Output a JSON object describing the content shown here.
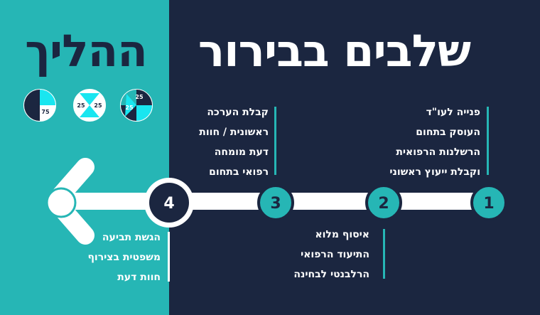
{
  "title": {
    "main": "שלבים בבירור",
    "accent": "ההליך"
  },
  "steps": [
    {
      "number": "1",
      "lines": [
        "פנייה לעו\"ד",
        "העוסק בתחום",
        "הרשלנות הרפואית",
        "וקבלת ייעוץ ראשוני"
      ]
    },
    {
      "number": "2",
      "lines": [
        "איסוף מלוא",
        "התיעוד הרפואי",
        "הרלבנטי לבחינה"
      ]
    },
    {
      "number": "3",
      "lines": [
        "קבלת הערכה",
        "ראשונית / חוות",
        "דעת מומחה",
        "רפואי בתחום"
      ]
    },
    {
      "number": "4",
      "lines": [
        "הגשת תביעה",
        "משפטית בצירוף",
        "חוות דעת"
      ]
    }
  ],
  "pie_icons": [
    {
      "labels": [
        "25",
        "25"
      ],
      "quadrants_filled": 1
    },
    {
      "labels": [
        "25",
        "25"
      ],
      "quadrants_filled": 2
    },
    {
      "labels": [
        "75"
      ],
      "quadrants_filled": 3
    }
  ],
  "colors": {
    "navy": "#1b2640",
    "teal": "#26b6b5",
    "cyan": "#19e6f0",
    "white": "#ffffff"
  }
}
